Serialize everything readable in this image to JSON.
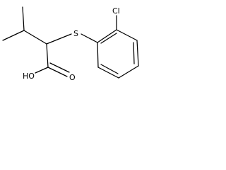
{
  "molecule": {
    "atoms": {
      "chlorine": "Cl",
      "sulfur": "S",
      "hydroxyl": "HO",
      "carbonyl_oxygen": "O"
    }
  },
  "colors": {
    "background": "#ffffff",
    "ink": "#000000"
  }
}
